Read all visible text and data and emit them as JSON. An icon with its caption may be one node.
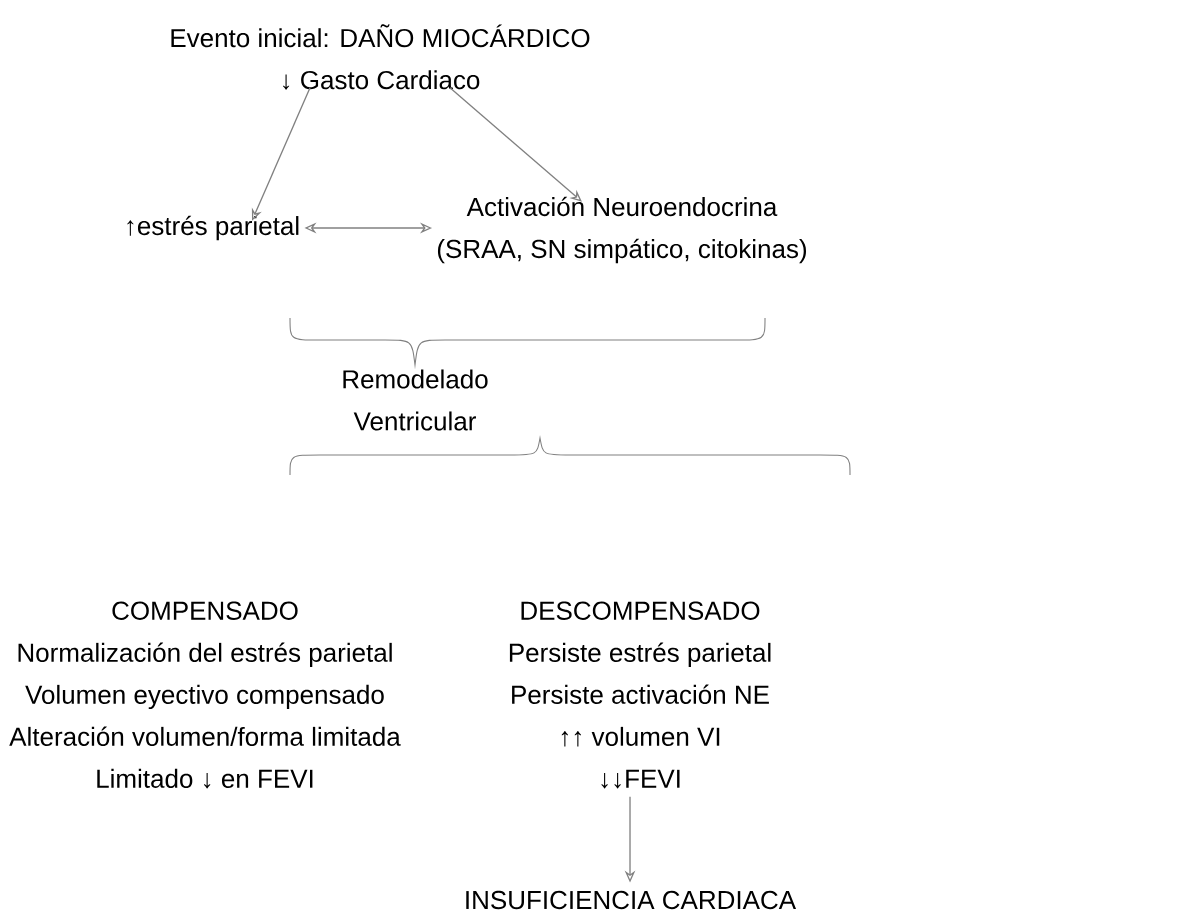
{
  "diagram": {
    "nodes": [
      {
        "text": [
          "Evento inicial: DAÑO MIOCÁRDICO",
          "↓ Gasto Cardiaco"
        ]
      },
      {
        "text": [
          "↑estrés parietal"
        ]
      },
      {
        "text": [
          "Activación Neuroendocrina",
          "(SRAA, SN simpático, citokinas)"
        ]
      },
      {
        "text": [
          "Remodelado Ventricular"
        ]
      },
      {
        "text": [
          "COMPENSADO",
          "Normalización del estrés parietal",
          "Volumen eyectivo compensado",
          "Alteración volumen/forma limitada",
          "Limitado ↓ en FEVI"
        ]
      },
      {
        "text": [
          "DESCOMPENSADO",
          "Persiste estrés parietal",
          "Persiste activación NE",
          "↑↑ volumen VI",
          "↓↓FEVI"
        ]
      },
      {
        "text": [
          "INSUFICIENCIA CARDIACA"
        ]
      }
    ],
    "edges": [
      {
        "from": 0,
        "to": 1,
        "arrow": "to"
      },
      {
        "from": 0,
        "to": 2,
        "arrow": "to"
      },
      {
        "from": 1,
        "to": 2,
        "arrow": "both"
      },
      {
        "from": 5,
        "to": 6,
        "arrow": "to"
      }
    ]
  }
}
